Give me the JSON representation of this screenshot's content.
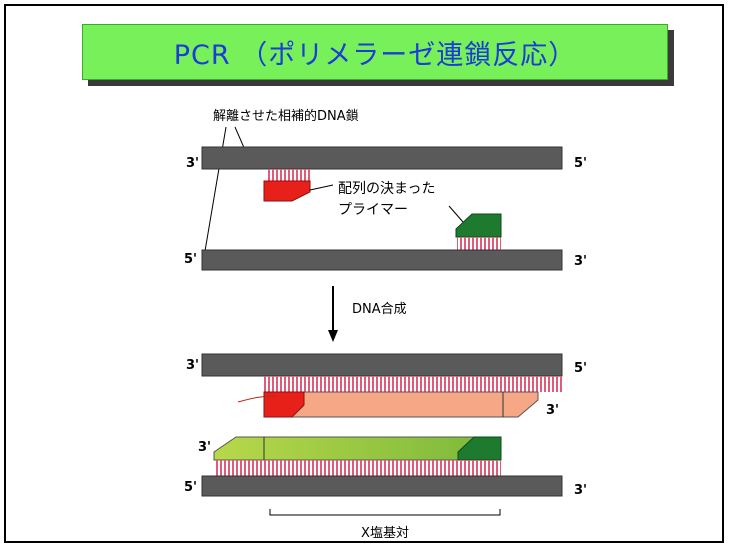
{
  "title": "PCR （ポリメラーゼ連鎖反応）",
  "labels": {
    "strands": "解離させた相補的DNA鎖",
    "primer_line1": "配列の決まった",
    "primer_line2": "プライマー",
    "synthesis": "DNA合成",
    "base_pairs": "X塩基対"
  },
  "ends": {
    "top1_left": "3'",
    "top1_right": "5'",
    "bot1_left": "5'",
    "bot1_right": "3'",
    "top2_left": "3'",
    "top2_right": "5'",
    "new1_end": "3'",
    "new2_start": "3'",
    "bot2_left": "5'",
    "bot2_right": "3'"
  },
  "colors": {
    "title_bg": "#78f05a",
    "title_text": "#1a3cd8",
    "strand": "#5a5a5a",
    "base_pair": "#e05a7a",
    "primer_red": "#e8201a",
    "primer_green": "#1e7a2e",
    "new_strand_orange": "#f6a886",
    "new_strand_green": "#9cc83c"
  }
}
